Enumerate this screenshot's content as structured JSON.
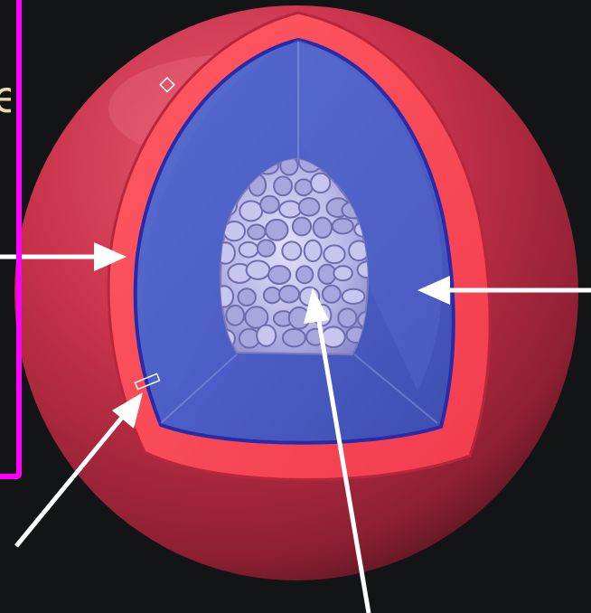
{
  "diagram": {
    "subject": "planet-interior-cutaway",
    "colors": {
      "background": "#131416",
      "outer_shell": "#c8324a",
      "crust_layer": "#ff4a55",
      "mantle": "#4a5cc4",
      "mantle_edge": "#2a2aa8",
      "core": "#b8b6e6",
      "arrow": "#ffffff",
      "label_box_border": "#ff00ff",
      "label_text": "#e8d9a8"
    },
    "layers": [
      "outer_shell",
      "crust_layer",
      "mantle",
      "core"
    ],
    "pointers": [
      {
        "target": "crust_layer",
        "direction": "from-left"
      },
      {
        "target": "mantle",
        "direction": "from-right"
      },
      {
        "target": "crust-detail",
        "direction": "from-bottom-left"
      },
      {
        "target": "core",
        "direction": "from-bottom"
      }
    ],
    "label_text_fragment": "e"
  }
}
